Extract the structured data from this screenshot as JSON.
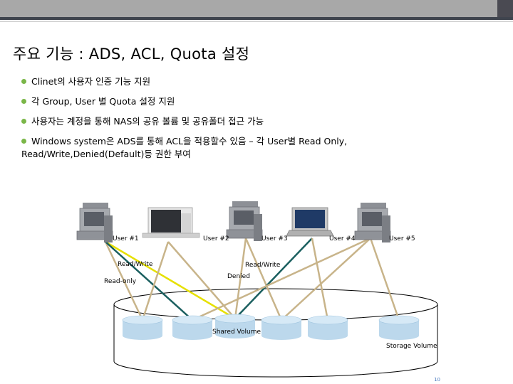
{
  "title": "주요 기능 : ADS, ACL, Quota 설정",
  "bullets": [
    "Clinet의 사용자 인증 기능 지원",
    "각 Group, User 별 Quota 설정 지원",
    "사용자는 계정을 통해 NAS의 공유 볼륨 및 공유폴더 접근 가능",
    "Windows system은 ADS를 통해 ACL을 적용할수 있음 – 각 User별 Read Only, Read/Write,Denied(Default)등 권한 부여"
  ],
  "users": [
    "User #1",
    "User #2",
    "User #3",
    "User #4",
    "User #5"
  ],
  "permissions": {
    "read_write_1": "Read/Write",
    "read_only": "Read-only",
    "denied": "Denied",
    "read_write_2": "Read/Write"
  },
  "shared_volume": "Shared Volume",
  "storage_volume": "Storage Volume",
  "page_number": "10",
  "colors": {
    "bullet": "#7ab648",
    "line_tan": "#c8b48a",
    "line_yellow": "#e6e000",
    "line_teal": "#1a5f5f",
    "disk": "#bcd8ec"
  }
}
